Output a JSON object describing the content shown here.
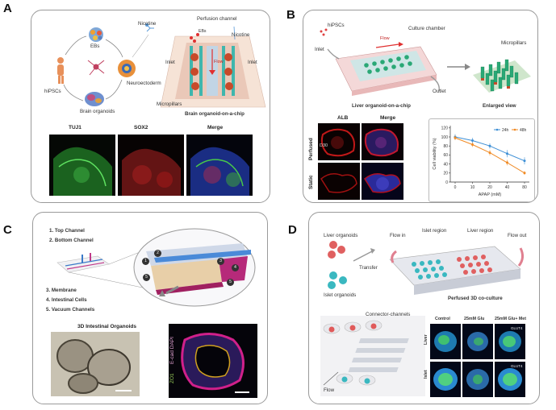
{
  "panels": {
    "A": {
      "letter": "A",
      "labels": {
        "nicotine": "Nicotine",
        "ebs": "EBs",
        "hipscs": "hiPSCs",
        "neuroectoderm": "Neuroectoderm",
        "brain_organoids": "Brain organoids",
        "perfusion_channel": "Perfusion channel",
        "eb": "EBs",
        "nicotine_chip": "Nicotine",
        "inlet_left": "Inlet",
        "inlet_right": "Inlet",
        "flow": "Flow",
        "micropillars": "Micropillars",
        "chip_title": "Brain organoid-on-a-chip"
      },
      "stains": [
        "TUJ1",
        "SOX2",
        "Merge"
      ]
    },
    "B": {
      "letter": "B",
      "labels": {
        "hipscs": "hiPSCs",
        "inlet": "Inlet",
        "flow": "Flow",
        "culture_chamber": "Culture chamber",
        "outlet": "Outlet",
        "micropillars": "Micropillars",
        "chip_title": "Liver organoid-on-a-chip",
        "enlarged": "Enlarged view",
        "alb": "ALB",
        "merge": "Merge",
        "perfused": "Perfused",
        "static": "Static",
        "d30": "D30"
      },
      "chart_data": {
        "type": "line",
        "x": [
          0,
          10,
          20,
          40,
          80
        ],
        "xticks": [
          "0",
          "10",
          "20",
          "40",
          "80"
        ],
        "xlabel": "APAP (mM)",
        "ylabel": "Cell viability (%)",
        "ylim": [
          0,
          125
        ],
        "yticks": [
          0,
          20,
          40,
          60,
          80,
          100,
          120
        ],
        "legend_placement": "top-right",
        "series": [
          {
            "name": "24h",
            "values": [
              100,
              92,
              80,
              63,
              47
            ],
            "errors": [
              6,
              6,
              6,
              8,
              8
            ],
            "color": "#3d8fd6"
          },
          {
            "name": "48h",
            "values": [
              98,
              83,
              65,
              43,
              20
            ],
            "errors": [
              5,
              5,
              6,
              6,
              4
            ],
            "color": "#f08a24"
          }
        ]
      }
    },
    "C": {
      "letter": "C",
      "labels": {
        "top_channel": "1. Top Channel",
        "bottom_channel": "2. Bottom Channel",
        "membrane": "3. Membrane",
        "intestinal_cells": "4. Intestinal Cells",
        "vacuum": "5. Vacuum Channels",
        "organoids_title": "3D Intestinal Organoids",
        "ecad_stain": "E-cad DAPI",
        "zo1_stain": "ZO1"
      },
      "callouts": [
        "1",
        "2",
        "3",
        "4",
        "5",
        "5"
      ]
    },
    "D": {
      "letter": "D",
      "labels": {
        "liver_organoids": "Liver organoids",
        "flow_in": "Flow in",
        "islet_region": "Islet region",
        "liver_region": "Liver region",
        "flow_out": "Flow out",
        "transfer": "Transfer",
        "islet_organoids": "Islet organoids",
        "coculture": "Perfused 3D co-culture",
        "connector": "Connector-channels",
        "flow": "Flow",
        "control": "Control",
        "glu25": "25mM Glu",
        "glu25met": "25mM Glu+ Met",
        "liver": "Liver",
        "islet": "Islet",
        "glut4_1": "GLUT4",
        "glut4_2": "GLUT4"
      }
    }
  }
}
